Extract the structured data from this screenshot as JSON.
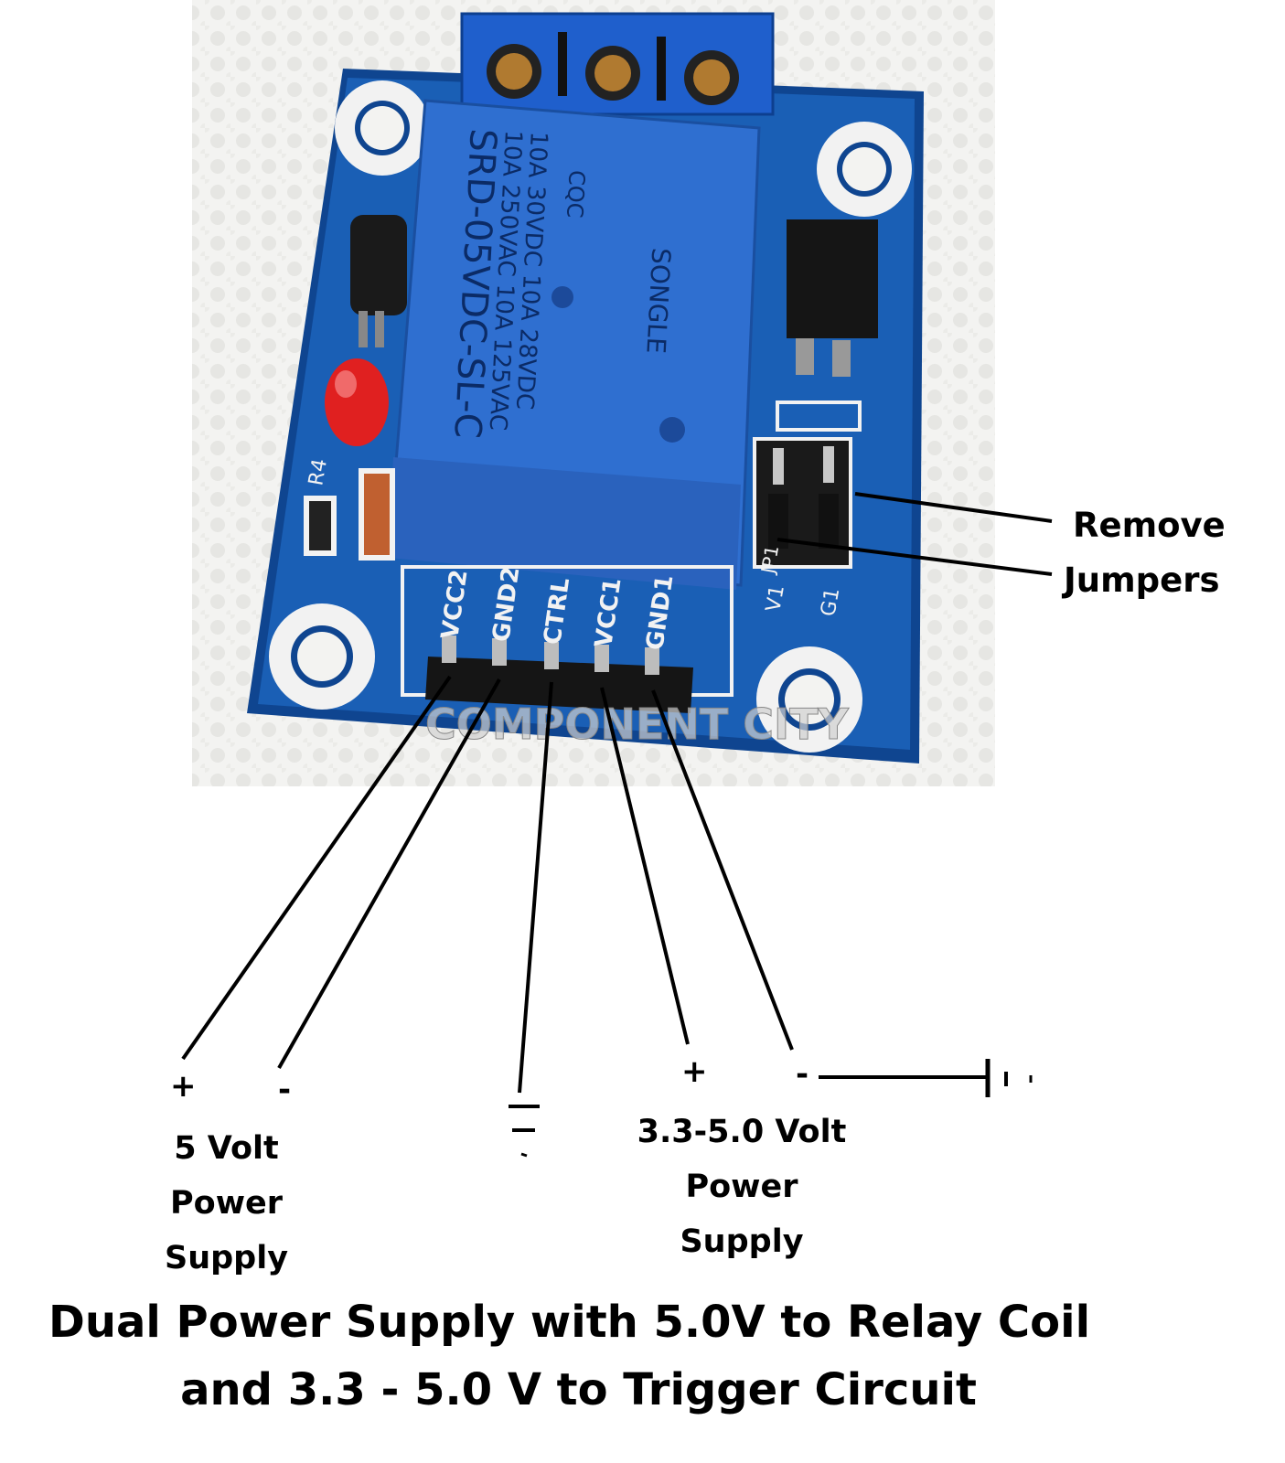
{
  "board": {
    "relay_lines": [
      "SRD-05VDC-SL-C",
      "10A 250VAC 10A 125VAC",
      "10A 30VDC 10A 28VDC"
    ],
    "relay_cert": "CQC",
    "relay_brand": "SONGLE",
    "pins": [
      "VCC2",
      "GND2",
      "CTRL",
      "VCC1",
      "GND1"
    ],
    "silk": {
      "r4": "R4",
      "jp1": "JP1",
      "v1": "V1",
      "g1": "G1"
    },
    "watermark": "COMPONENT CITY"
  },
  "annotations": {
    "remove_jumpers": [
      "Remove",
      "Jumpers"
    ],
    "plus_left": "+",
    "minus_left": "-",
    "plus_right": "+",
    "minus_right": "-",
    "supply_5v": [
      "5 Volt",
      "Power",
      "Supply"
    ],
    "supply_33": [
      "3.3-5.0 Volt",
      "Power",
      "Supply"
    ]
  },
  "caption": {
    "line1": "Dual Power Supply with 5.0V to Relay Coil",
    "line2": "and 3.3 - 5.0 V to Trigger Circuit"
  },
  "colors": {
    "pcb": "#1a5fb5",
    "relay": "#2f6fd0",
    "pcb_edge": "#0f4590",
    "pad": "#f2f2f2",
    "led": "#e02020"
  }
}
